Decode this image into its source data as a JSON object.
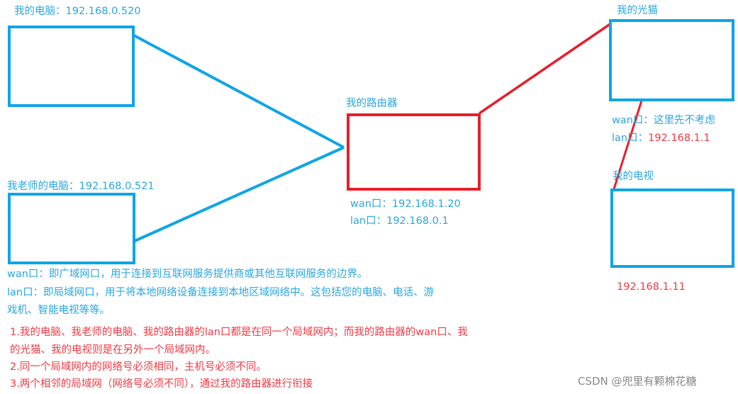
{
  "nodes": {
    "my_pc": {
      "label": "我的电脑：192.168.0.520"
    },
    "teacher_pc": {
      "label": "我老师的电脑：192.168.0.521"
    },
    "router": {
      "label": "我的路由器",
      "wan": "wan口：192.168.1.20",
      "lan": "lan口：192.168.0.1"
    },
    "modem": {
      "label": "我的光猫",
      "wan_prefix": "wan口：",
      "wan": "这里先不考虑",
      "lan_prefix": "lan口：",
      "lan": "192.168.1.1"
    },
    "tv": {
      "label": "我的电视",
      "ip": "192.168.1.11"
    }
  },
  "notes": {
    "wan": "wan口：即广域网口，用于连接到互联网服务提供商或其他互联网服务的边界。",
    "lan1": "lan口：即局域网口，用于将本地网络设备连接到本地区域网络中。这包括您的电脑、电话、游",
    "lan2": "戏机、智能电视等等。",
    "p1a": "1.我的电脑、我老师的电脑、我的路由器的lan口都是在同一个局域网内；而我的路由器的wan口、我",
    "p1b": "的光猫、我的电视则是在另外一个局域网内。",
    "p2": "2.同一个局域网内的网络号必须相同，主机号必须不同。",
    "p3": "3.两个相邻的局域网（网络号必须不同），通过我的路由器进行衔接"
  },
  "watermark": "CSDN @兜里有颗棉花糖",
  "colors": {
    "blue": "#0ea5e6",
    "red": "#e51f2a"
  }
}
